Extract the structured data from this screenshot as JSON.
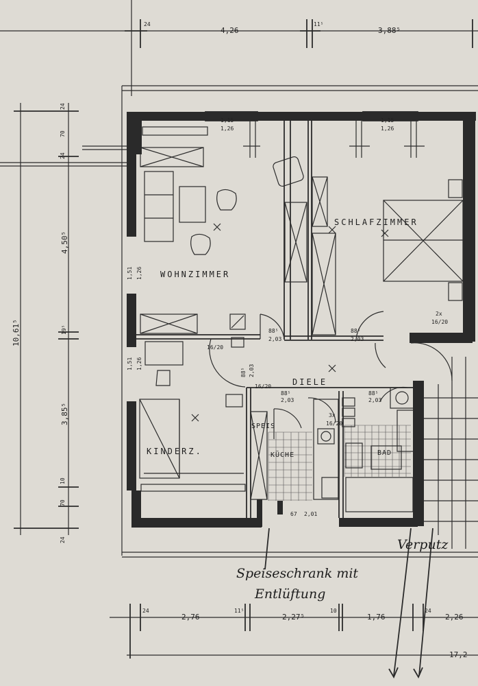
{
  "rooms": {
    "wohnzimmer": "WOHNZIMMER",
    "schlafzimmer": "SCHLAFZIMMER",
    "kinderzimmer": "KINDERZ.",
    "diele": "DIELE",
    "kueche": "KÜCHE",
    "bad": "BAD",
    "speis": "SPEIS"
  },
  "dimensions": {
    "top": [
      "24",
      "4,26",
      "11⁵",
      "3,88⁵"
    ],
    "bottom": [
      "24",
      "2,76",
      "11⁵",
      "2,27⁵",
      "10",
      "1,76",
      "24",
      "2,26"
    ],
    "total_width": "17,2",
    "left_overall": "10,61⁵",
    "left_segments": [
      "4,50⁵",
      "19⁵",
      "3,85⁵"
    ],
    "left_small": [
      "24",
      "70",
      "24",
      "10",
      "70",
      "24"
    ],
    "window_wall": [
      "1,51",
      "1,26",
      "1,51",
      "1,26"
    ],
    "window_top": [
      "1,15",
      "1,26",
      "1,15",
      "1,26"
    ],
    "doors": [
      "88⁵",
      "2,03",
      "88⁵",
      "2,03",
      "88⁵",
      "2,03",
      "88⁵",
      "2,03",
      "88⁵",
      "2,03"
    ],
    "small_labels": [
      "2x",
      "16/20",
      "16/20",
      "16/20",
      "3x",
      "16/20",
      "67",
      "2,01"
    ]
  },
  "annotations": {
    "speiseschrank_line1": "Speiseschrank mit",
    "speiseschrank_line2": "Entlüftung",
    "right_edge": "Verputz"
  },
  "colors": {
    "paper": "#dedbd4",
    "ink": "#2a2a2a"
  }
}
